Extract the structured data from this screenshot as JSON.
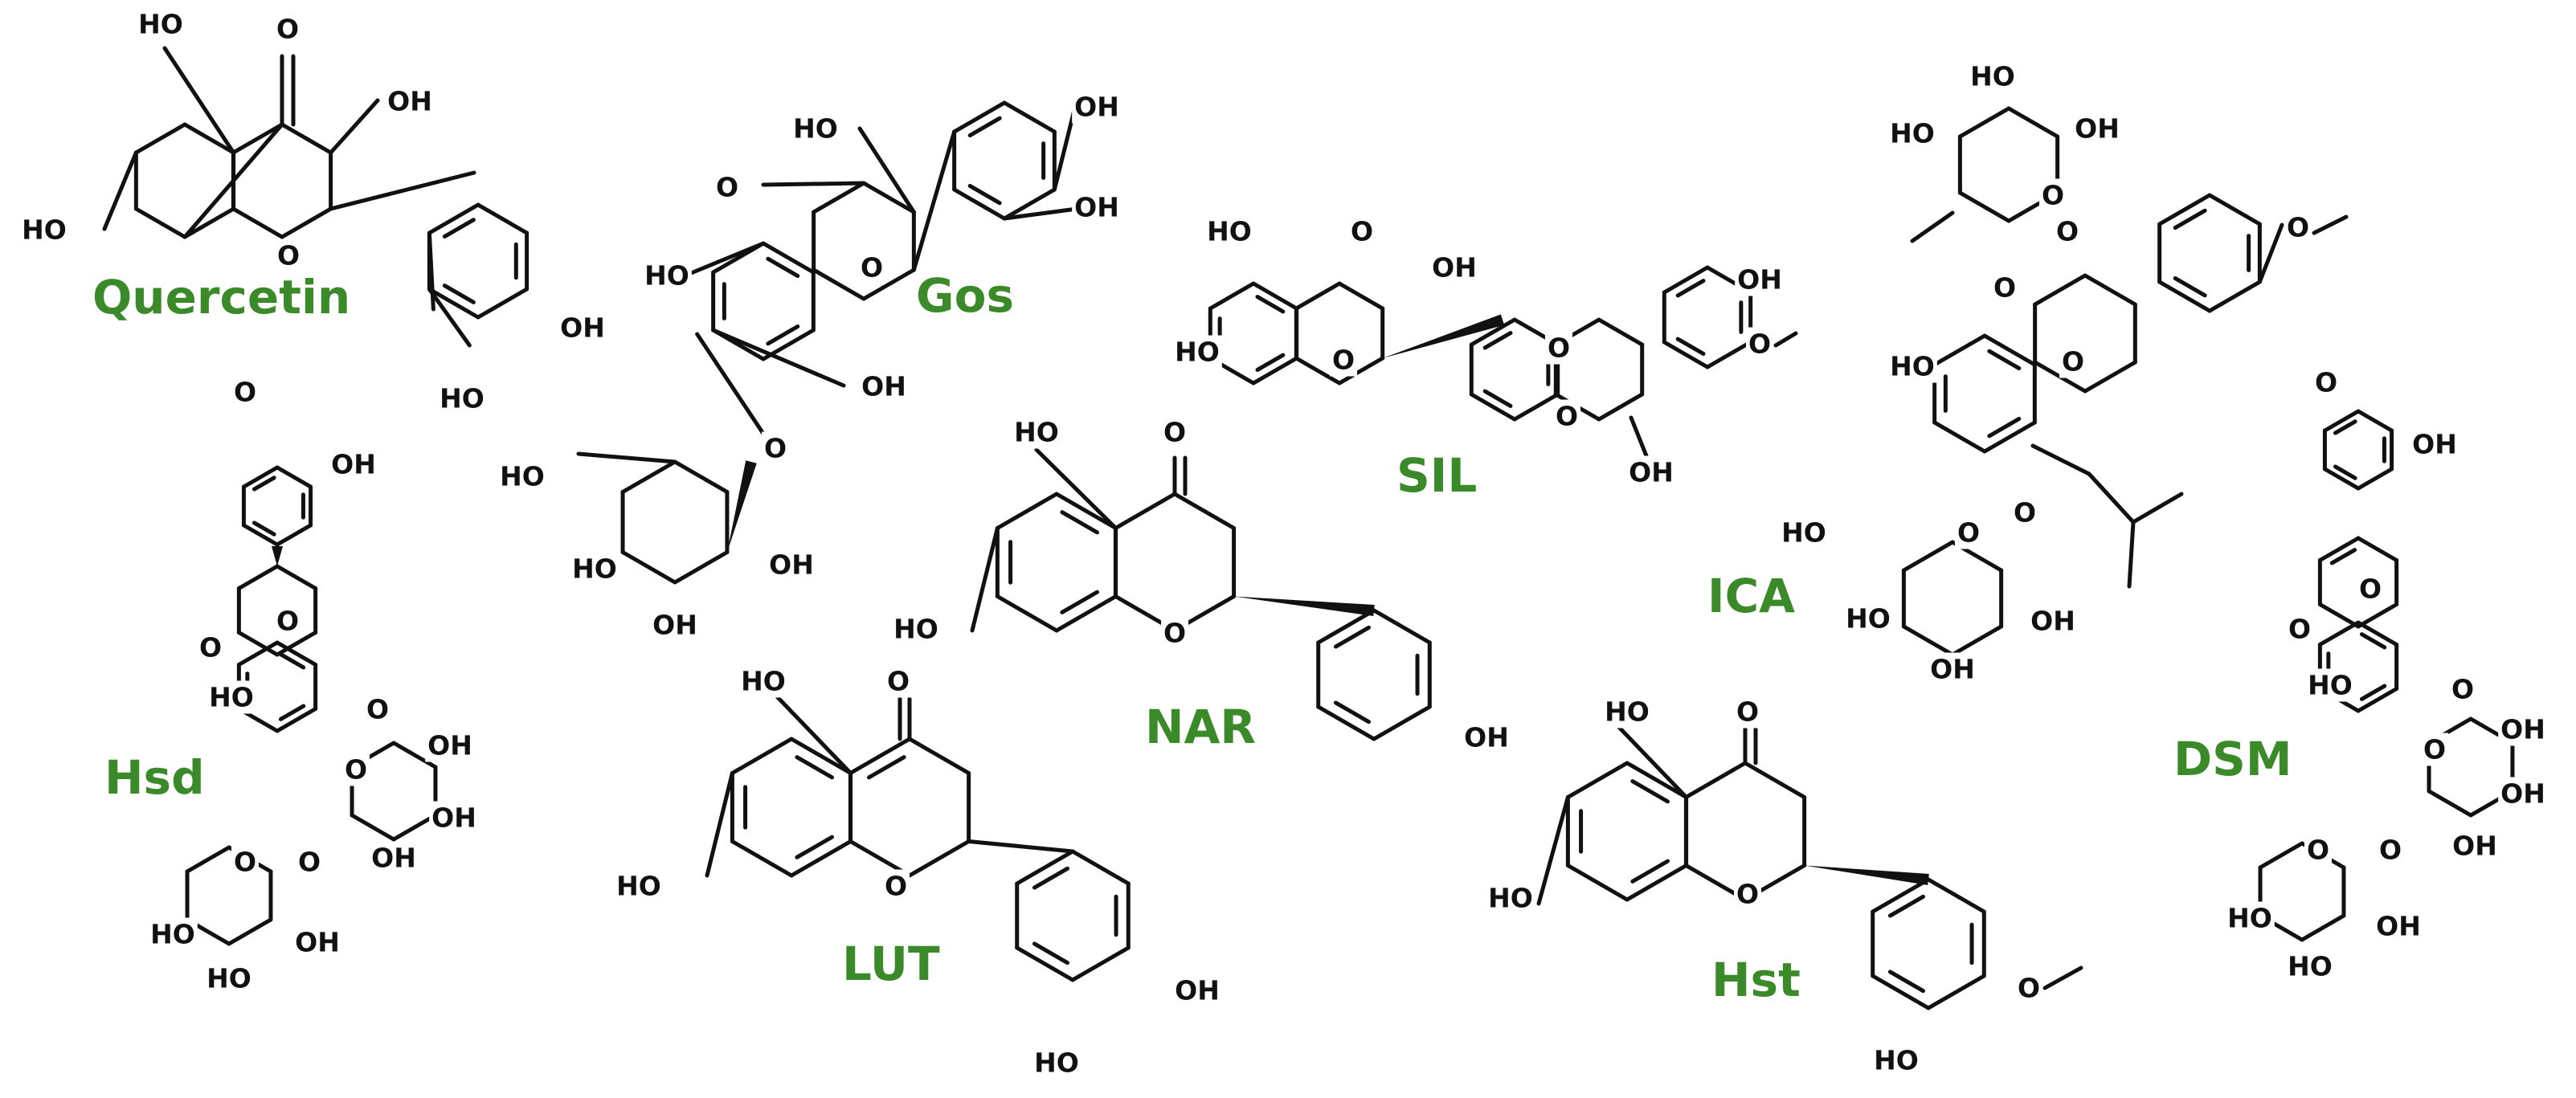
{
  "compounds": [
    {
      "id": "quercetin",
      "name": "Quercetin"
    },
    {
      "id": "gos",
      "name": "Gos"
    },
    {
      "id": "sil",
      "name": "SIL"
    },
    {
      "id": "ica",
      "name": "ICA"
    },
    {
      "id": "hsd",
      "name": "Hsd"
    },
    {
      "id": "nar",
      "name": "NAR"
    },
    {
      "id": "lut",
      "name": "LUT"
    },
    {
      "id": "hst",
      "name": "Hst"
    },
    {
      "id": "dsm",
      "name": "DSM"
    }
  ],
  "atom_labels": {
    "ho": "HO",
    "oh": "OH",
    "o": "O"
  },
  "colors": {
    "label_green": "#3a8a2a",
    "structure": "#111111"
  }
}
